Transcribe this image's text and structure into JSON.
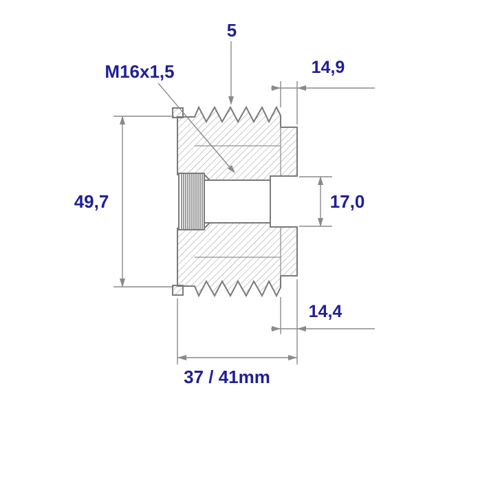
{
  "diagram": {
    "labels": {
      "groove_count": "5",
      "thread_size": "M16x1,5",
      "dim_top_right": "14,9",
      "dim_outer_left": "49,7",
      "dim_bore": "17,0",
      "dim_bottom_right": "14,4",
      "dim_overall_width": "37 / 41mm"
    },
    "colors": {
      "label_text": "#1f1f96",
      "drawing_line": "#7a7a7a",
      "dimension_line": "#8a8a8a",
      "background": "#ffffff"
    }
  }
}
